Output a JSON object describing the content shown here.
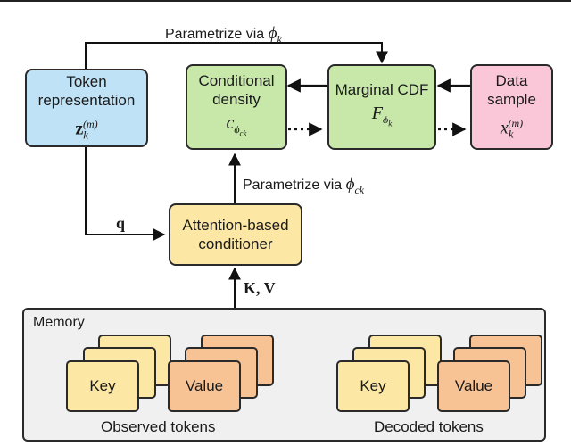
{
  "nodes": {
    "token_representation": {
      "label": "Token representation",
      "math": "z_k^(m)"
    },
    "conditional_density": {
      "label": "Conditional density",
      "math": "c_φck"
    },
    "marginal_cdf": {
      "label": "Marginal CDF",
      "math": "F_φk"
    },
    "data_sample": {
      "label": "Data sample",
      "math": "x_k^(m)"
    },
    "attention_conditioner": {
      "label": "Attention-based conditioner"
    }
  },
  "edges": {
    "parametrize_phi_k": "Parametrize via ϕk",
    "parametrize_phi_ck": "Parametrize via ϕck",
    "q": "q",
    "kv": "K, V"
  },
  "memory": {
    "title": "Memory",
    "groups": [
      {
        "label": "Observed tokens",
        "key": "Key",
        "value": "Value"
      },
      {
        "label": "Decoded tokens",
        "key": "Key",
        "value": "Value"
      }
    ]
  },
  "colors": {
    "token": "#bfe2f7",
    "density": "#c7e8a9",
    "cdf": "#c7e8a9",
    "sample": "#fac7d9",
    "attention": "#fde7a4",
    "key": "#fde7a4",
    "value": "#f7c395"
  }
}
